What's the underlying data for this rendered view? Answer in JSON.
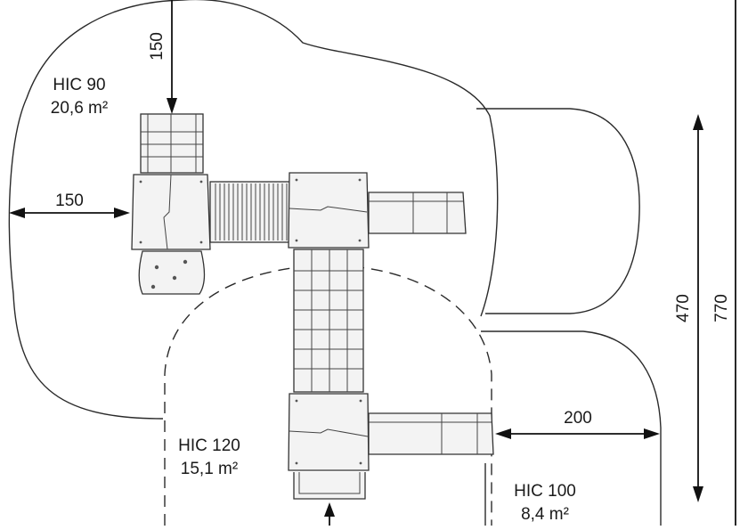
{
  "zones": {
    "left": {
      "hic": "HIC 90",
      "area": "20,6 m²"
    },
    "center": {
      "hic": "HIC 120",
      "area": "15,1 m²"
    },
    "right": {
      "hic": "HIC 100",
      "area": "8,4 m²"
    }
  },
  "dimensions": {
    "top_vertical": "150",
    "left_horizontal": "150",
    "right_horizontal": "200",
    "inner_vertical": "470",
    "outer_vertical": "770"
  }
}
